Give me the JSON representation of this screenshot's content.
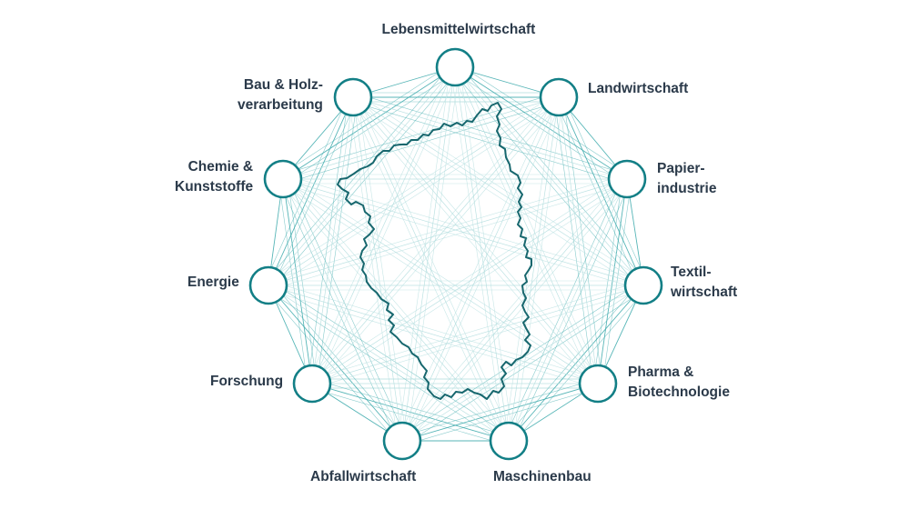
{
  "colors": {
    "node_stroke": "#137f86",
    "region_stroke": "#17676e",
    "link_outer": "#3aa9ab",
    "link_inner": "#b6dfe0",
    "label": "#2b3a4a"
  },
  "nodes": [
    {
      "id": "lebensmittel",
      "lines": [
        "Lebensmittelwirtschaft"
      ]
    },
    {
      "id": "landwirtschaft",
      "lines": [
        "Landwirtschaft"
      ]
    },
    {
      "id": "papier",
      "lines": [
        "Papier-",
        "industrie"
      ]
    },
    {
      "id": "textil",
      "lines": [
        "Textil-",
        "wirtschaft"
      ]
    },
    {
      "id": "pharma",
      "lines": [
        "Pharma &",
        "Biotechnologie"
      ]
    },
    {
      "id": "maschinenbau",
      "lines": [
        "Maschinenbau"
      ]
    },
    {
      "id": "abfall",
      "lines": [
        "Abfallwirtschaft"
      ]
    },
    {
      "id": "forschung",
      "lines": [
        "Forschung"
      ]
    },
    {
      "id": "energie",
      "lines": [
        "Energie"
      ]
    },
    {
      "id": "chemie",
      "lines": [
        "Chemie &",
        "Kunststoffe"
      ]
    },
    {
      "id": "bau",
      "lines": [
        "Bau & Holz-",
        "verarbeitung"
      ]
    }
  ],
  "region_icon": "state-outline-map-icon"
}
